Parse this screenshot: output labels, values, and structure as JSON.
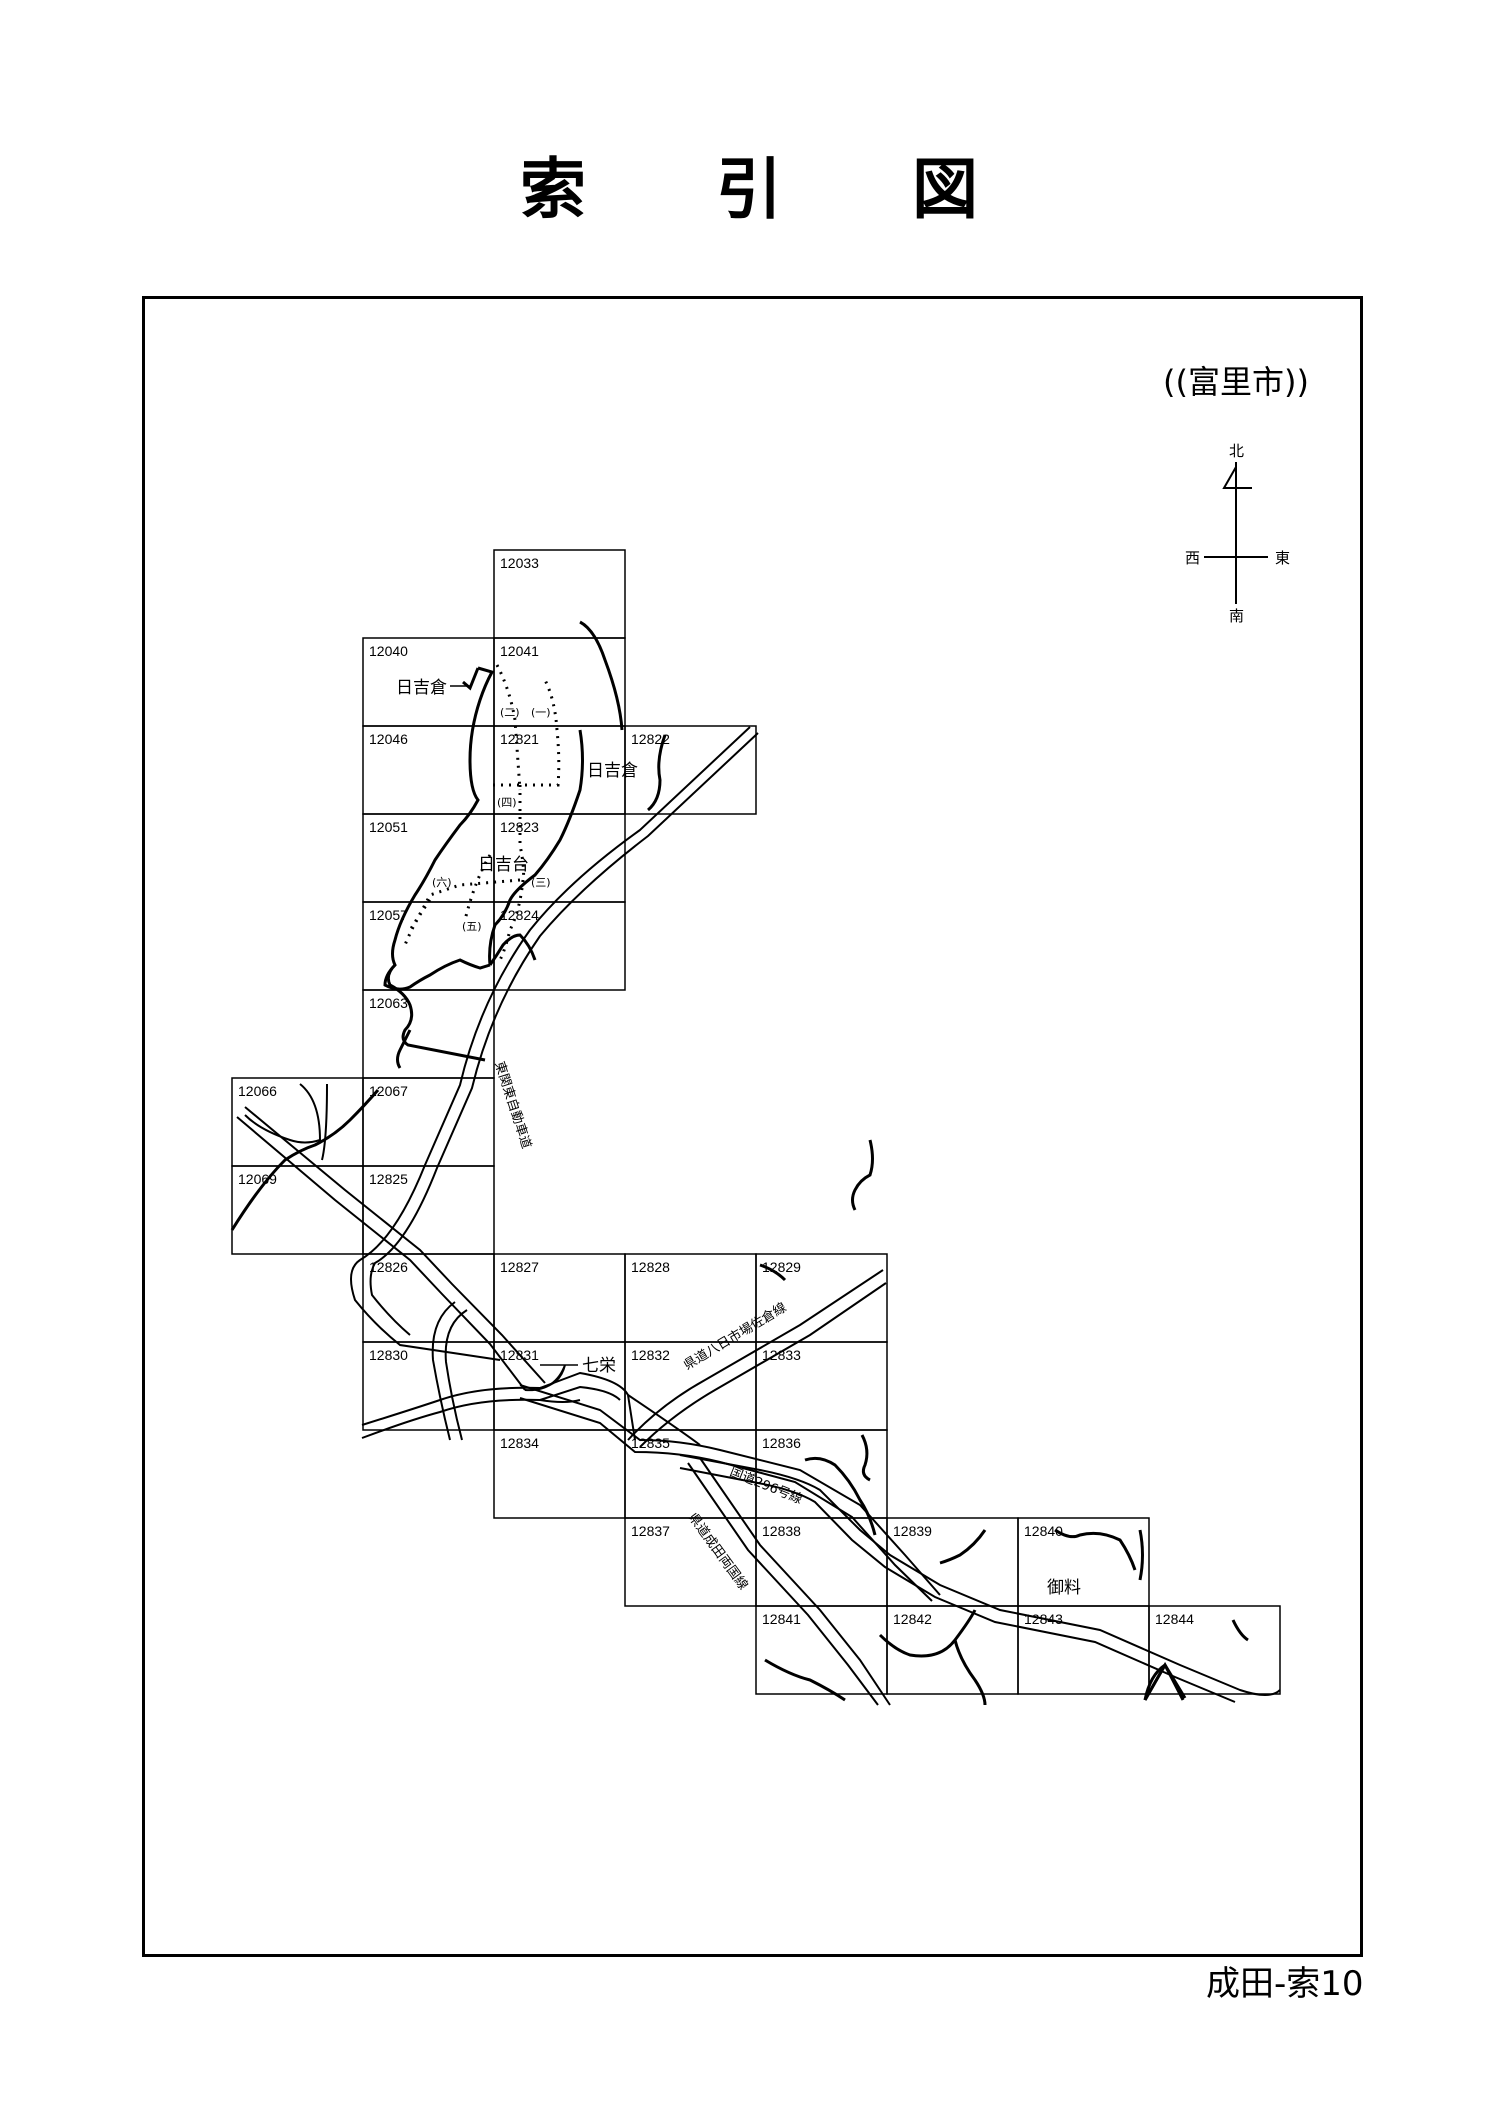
{
  "title": {
    "chars": [
      "索",
      "引",
      "図"
    ]
  },
  "municipality": "((富里市))",
  "compass": {
    "north": "北",
    "south": "南",
    "east": "東",
    "west": "西"
  },
  "sheets": [
    "12033",
    "12040",
    "12041",
    "12046",
    "12821",
    "12822",
    "12051",
    "12823",
    "12057",
    "12824",
    "12063",
    "12066",
    "12067",
    "12069",
    "12825",
    "12826",
    "12827",
    "12828",
    "12829",
    "12830",
    "12831",
    "12832",
    "12833",
    "12834",
    "12835",
    "12836",
    "12837",
    "12838",
    "12839",
    "12840",
    "12841",
    "12842",
    "12843",
    "12844"
  ],
  "places": {
    "hiyoshikura_a": "日吉倉",
    "hiyoshikura_b": "日吉倉",
    "hiyoshidai": "日吉台",
    "nanae": "七栄",
    "goryo": "御料"
  },
  "zones": [
    "(一)",
    "(二)",
    "(三)",
    "(四)",
    "(五)",
    "(六)"
  ],
  "roads": {
    "expressway": "東関東自動車道",
    "pref_yokaichiba": "県道八日市場佐倉線",
    "national_296": "国道296号線",
    "pref_narita_ryogoku": "県道成田両国線"
  },
  "footer": "成田-索10"
}
